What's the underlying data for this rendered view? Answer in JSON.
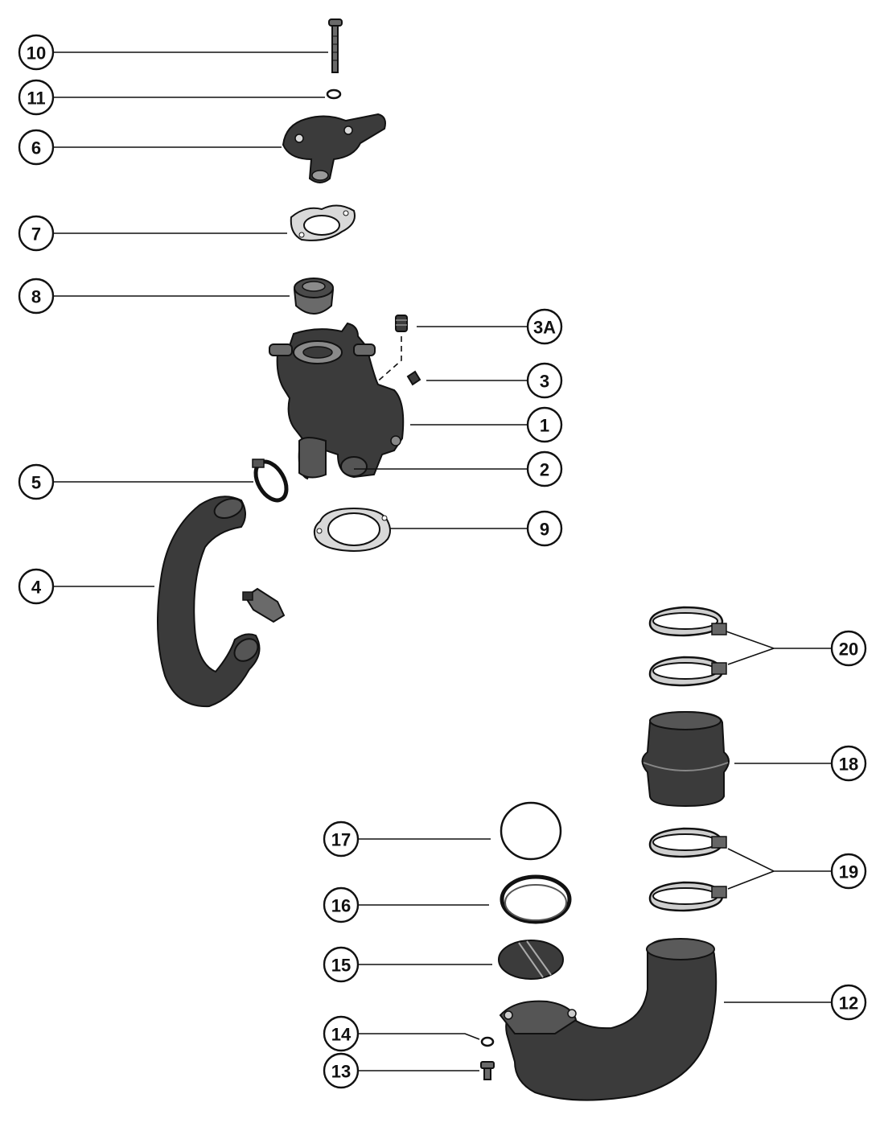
{
  "callouts": {
    "c10": "10",
    "c11": "11",
    "c6": "6",
    "c7": "7",
    "c8": "8",
    "c3a": "3A",
    "c3": "3",
    "c1": "1",
    "c2": "2",
    "c5": "5",
    "c9": "9",
    "c4": "4",
    "c20": "20",
    "c18": "18",
    "c17": "17",
    "c16": "16",
    "c19": "19",
    "c15": "15",
    "c12": "12",
    "c14": "14",
    "c13": "13"
  }
}
